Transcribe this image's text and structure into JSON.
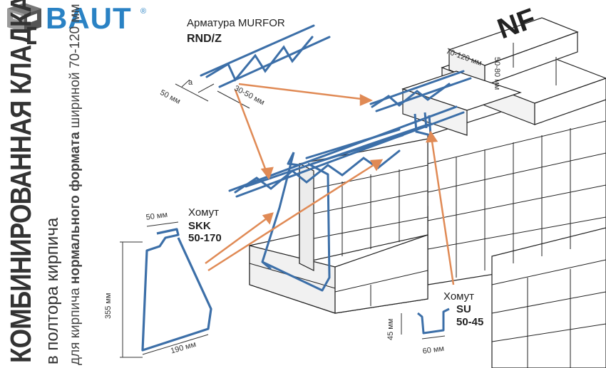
{
  "brand": {
    "name": "BAUT",
    "reg": "®",
    "color": "#2a82c4"
  },
  "sidebar": {
    "title": "КОМБИНИРОВАННАЯ КЛАДКА",
    "line1": "в полтора кирпича",
    "line2_a": "для кирпича ",
    "line2_b": "нормального формата",
    "line2_c": " шириной 70-120 мм"
  },
  "rebar": {
    "title": "Арматура MURFOR",
    "model": "RND/Z",
    "dim_len": "30-50 мм",
    "dim_a": "a",
    "dim_w": "50 мм"
  },
  "brick": {
    "format": "NF",
    "width": "70-120 мм",
    "height": "50-80 мм"
  },
  "skk": {
    "title": "Хомут",
    "model": "SKK",
    "range": "50-170",
    "dim_top": "50 мм",
    "dim_height": "355 мм",
    "dim_bottom": "190 мм"
  },
  "su": {
    "title": "Хомут",
    "model": "SU",
    "range": "50-45",
    "dim_height": "45 мм",
    "dim_width": "60 мм"
  },
  "colors": {
    "rebar": "#3c6fa8",
    "arrow": "#e08a55",
    "line": "#222222",
    "wall": "#ffffff",
    "shade": "#e8e8e8"
  }
}
